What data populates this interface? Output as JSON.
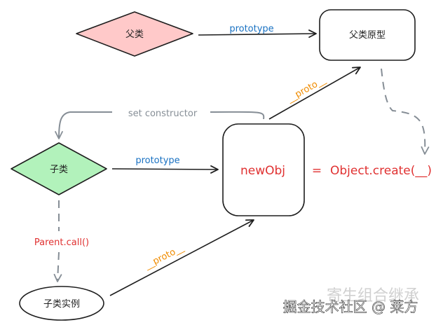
{
  "nodes": {
    "parent_class": "父类",
    "parent_prototype": "父类原型",
    "child_class": "子类",
    "new_obj": "newObj",
    "child_instance": "子类实例"
  },
  "edges": {
    "parent_prototype_label": "prototype",
    "child_prototype_label": "prototype",
    "set_constructor_label": "set constructor",
    "proto_to_parent_label": "__proto__",
    "proto_from_instance_label": "__proto__",
    "parent_call_label": "Parent.call()"
  },
  "equation": {
    "equals": "=",
    "rhs": "Object.create(__)"
  },
  "watermark": {
    "faded_title": "寄生组合继承",
    "credit": "掘金技术社区 @ 莱方"
  },
  "colors": {
    "parent_fill": "#ffc9c9",
    "child_fill": "#b2f2bb",
    "blue_label": "#1971c2",
    "orange_label": "#f08c00",
    "red_text": "#e03131",
    "stroke": "#1e1e1e",
    "dashed_gray": "#868e96"
  }
}
